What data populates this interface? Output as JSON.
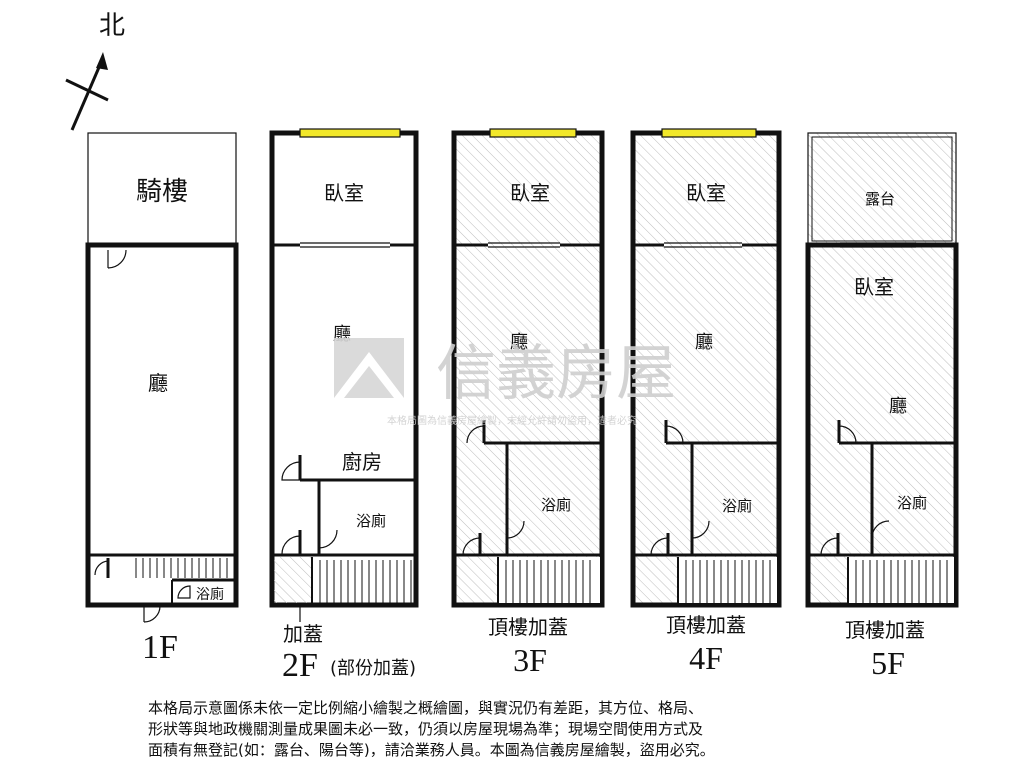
{
  "compass": {
    "label": "北"
  },
  "floors": [
    {
      "id": "1f",
      "name": "1F",
      "rooms": [
        "騎樓",
        "廳",
        "浴廁"
      ]
    },
    {
      "id": "2f",
      "name": "2F",
      "suffix": "(部份加蓋)",
      "note": "加蓋",
      "rooms": [
        "臥室",
        "廳",
        "廚房",
        "浴廁"
      ]
    },
    {
      "id": "3f",
      "name": "3F",
      "note": "頂樓加蓋",
      "rooms": [
        "臥室",
        "廳",
        "浴廁"
      ]
    },
    {
      "id": "4f",
      "name": "4F",
      "note": "頂樓加蓋",
      "rooms": [
        "臥室",
        "廳",
        "浴廁"
      ]
    },
    {
      "id": "5f",
      "name": "5F",
      "note": "頂樓加蓋",
      "rooms": [
        "露台",
        "臥室",
        "廳",
        "浴廁"
      ]
    }
  ],
  "watermark": {
    "brand": "信義房屋",
    "subtitle": "本格局圖為信義房屋繪製，未經允許請勿盜用，違者必究"
  },
  "disclaimer": [
    "本格局示意圖係未依一定比例縮小繪製之概繪圖，與實況仍有差距，其方位、格局、",
    "形狀等與地政機關測量成果圖未必一致，仍須以房屋現場為準；現場空間使用方式及",
    "面積有無登記(如：露台、陽台等)，請洽業務人員。本圖為信義房屋繪製，盜用必究。"
  ],
  "colors": {
    "wall": "#111111",
    "window": "#f2e82a",
    "hatch": "#b8b8b8",
    "watermark": "#cfcfcf"
  }
}
